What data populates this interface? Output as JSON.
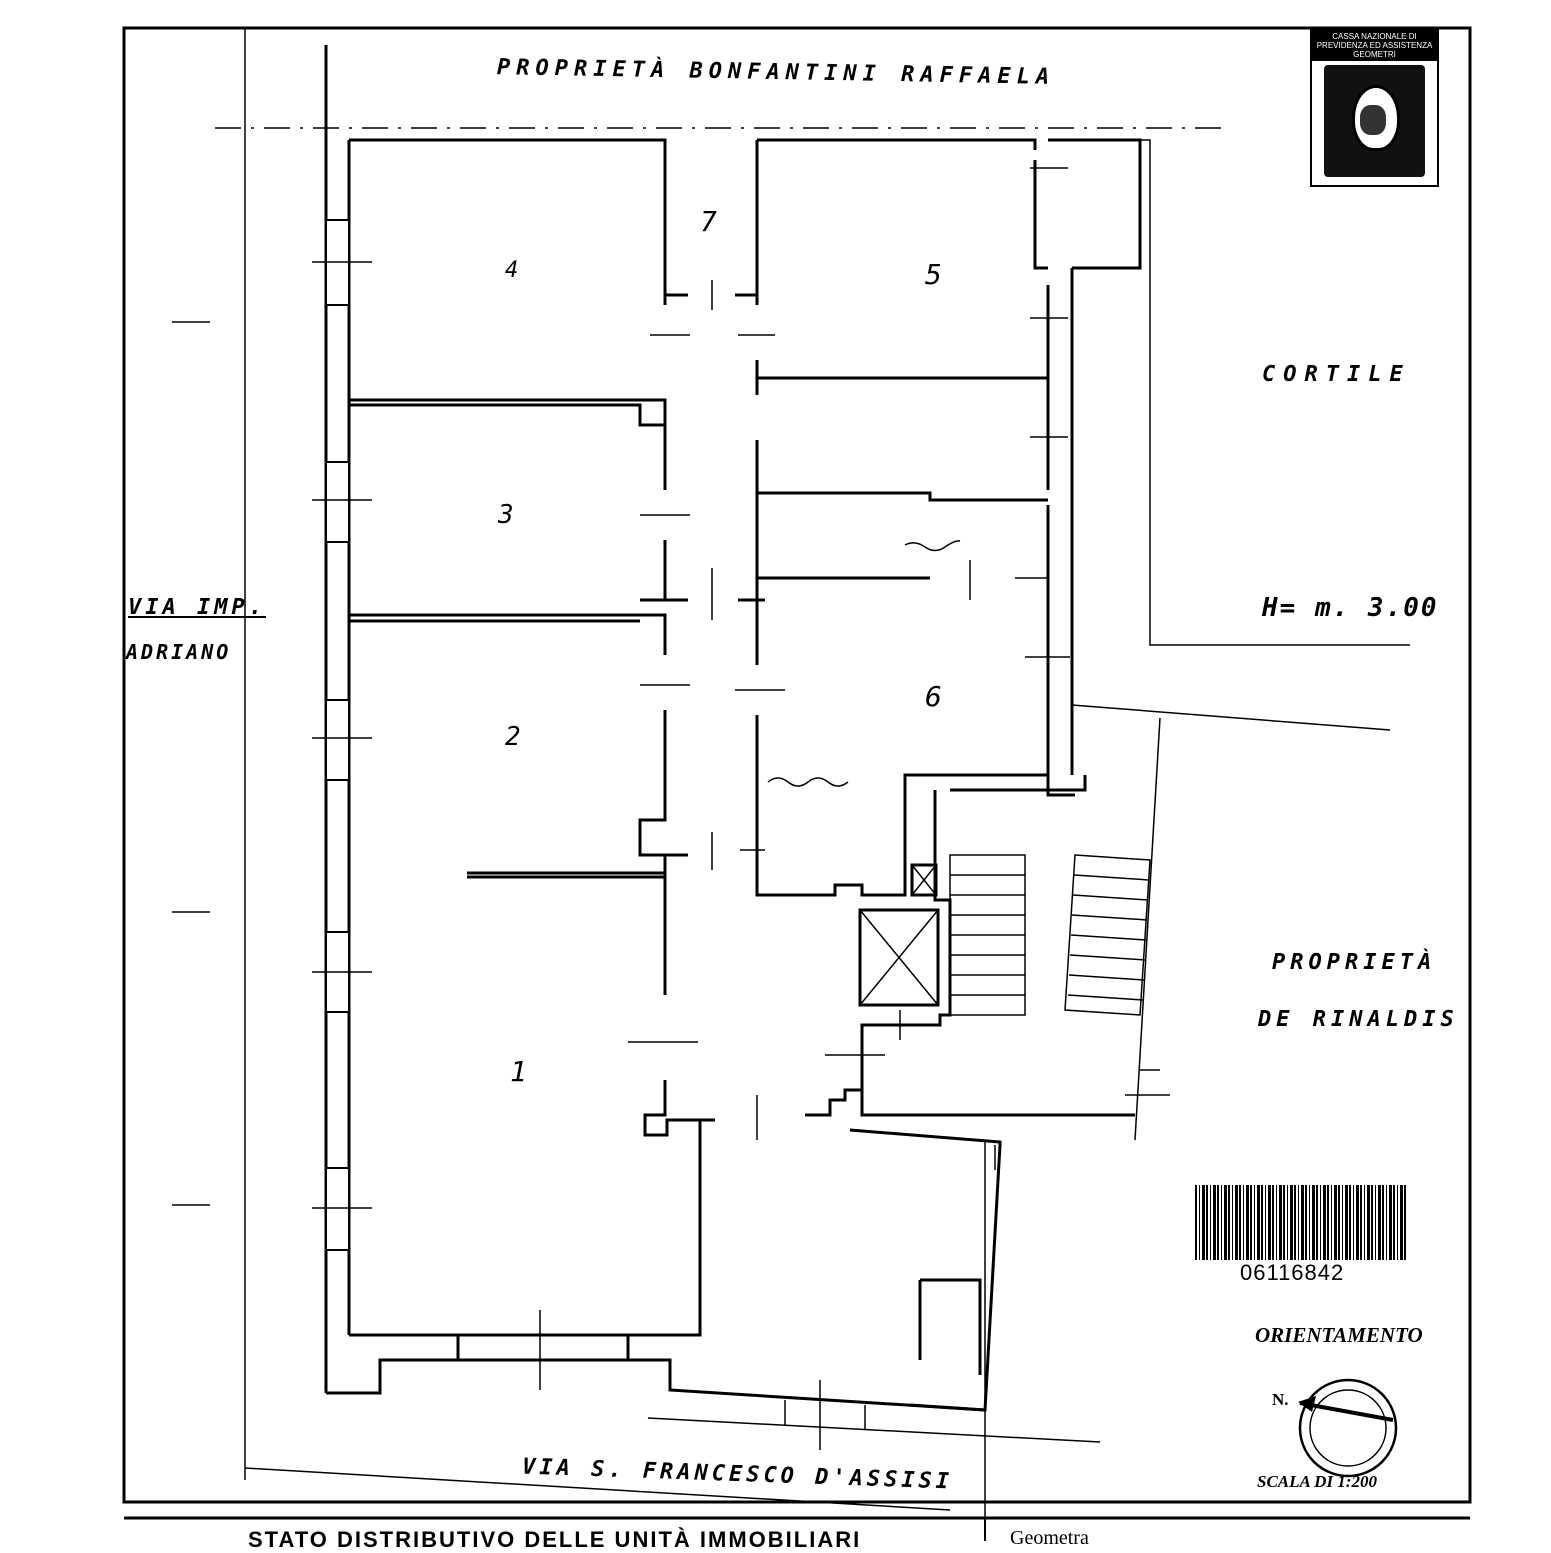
{
  "labels": {
    "north_property": "PROPRIETÀ BONFANTINI RAFFAELA",
    "courtyard": "CORTILE",
    "height": "H= m. 3.00",
    "west_street_line1": "VIA IMP.",
    "west_street_line2": "ADRIANO",
    "east_property_line1": "PROPRIETÀ",
    "east_property_line2": "DE RINALDIS",
    "south_street": "VIA S. FRANCESCO D'ASSISI",
    "barcode_number": "06116842",
    "orientation": "ORIENTAMENTO",
    "north_marker": "N.",
    "scale": "SCALA DI 1:200"
  },
  "rooms": [
    "4",
    "5",
    "3",
    "2",
    "1",
    "6",
    "7"
  ],
  "stamp": {
    "text_line1": "CASSA NAZIONALE DI",
    "text_line2": "PREVIDENZA ED ASSISTENZA",
    "text_line3": "GEOMETRI"
  },
  "footer": {
    "left_text": "STATO DISTRIBUTIVO DELLE UNITÀ IMMOBILIARI",
    "right_text": "Geometra"
  }
}
